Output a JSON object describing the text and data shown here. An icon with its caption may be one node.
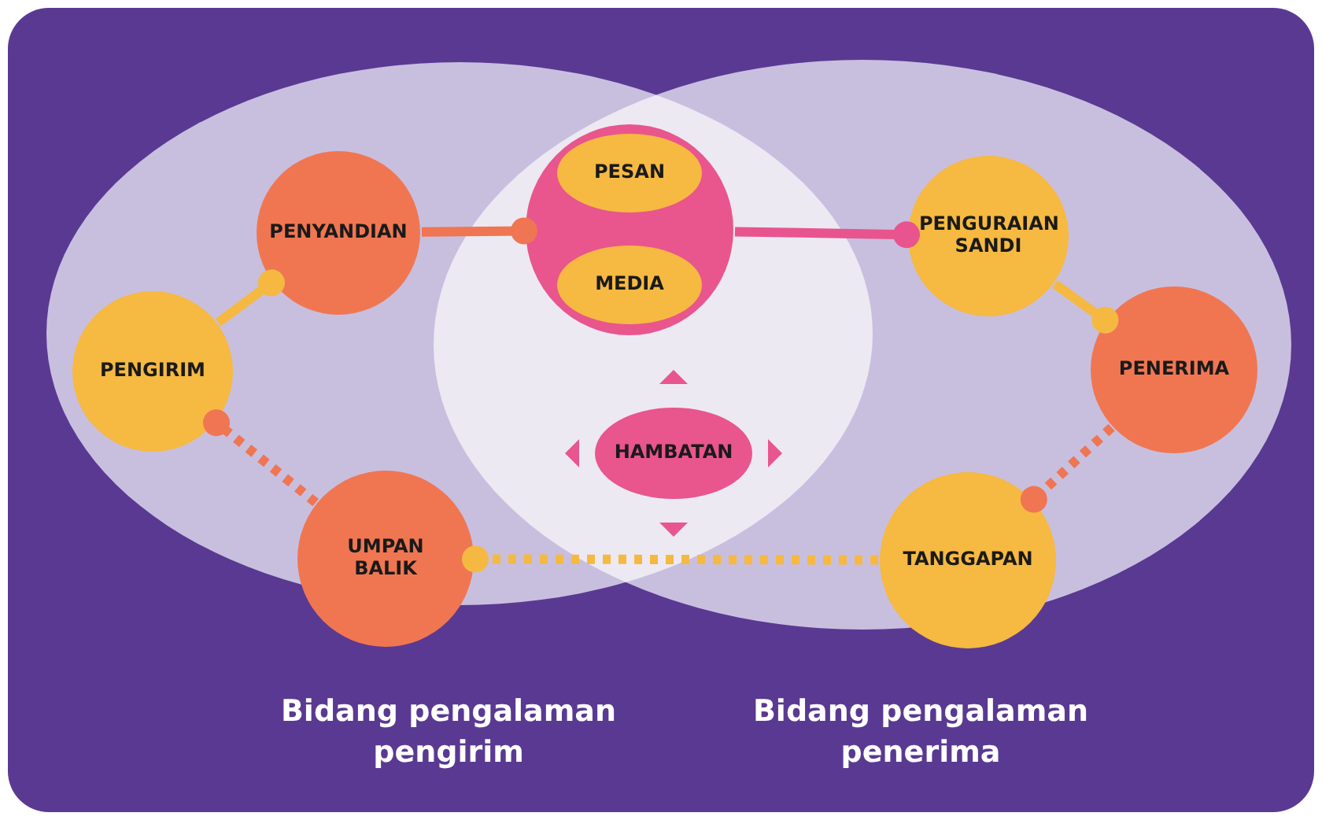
{
  "diagram": {
    "nodes": [
      {
        "text": [
          "Bidang pengalaman pengirim"
        ]
      },
      {
        "text": [
          "Bidang pengalaman penerima"
        ]
      },
      {
        "text": [
          "PENYANDIAN"
        ]
      },
      {
        "text": [],
        "shape": "circle"
      },
      {
        "text": [
          "PESAN"
        ],
        "in": 3
      },
      {
        "text": [
          "MEDIA"
        ],
        "in": 3
      },
      {
        "text": [
          "PENGURAIAN SANDI"
        ]
      },
      {
        "text": [
          "PENGIRIM"
        ]
      },
      {
        "text": [
          "PENERIMA"
        ]
      },
      {
        "text": [
          "HAMBATAN"
        ]
      },
      {
        "text": [
          "UMPAN BALIK"
        ]
      },
      {
        "text": [
          "TANGGAPAN"
        ]
      }
    ],
    "edges": [
      {
        "from": 7,
        "to": 2,
        "arrow": "other",
        "color": "#f5b942"
      },
      {
        "from": 2,
        "to": 3,
        "arrow": "other",
        "color": "#f07552"
      },
      {
        "from": 3,
        "to": 6,
        "arrow": "other",
        "color": "#e8548e"
      },
      {
        "from": 6,
        "to": 8,
        "arrow": "other",
        "color": "#f5b942"
      },
      {
        "from": 8,
        "to": 11,
        "arrow": "other",
        "style": "dashed",
        "color": "#f07552"
      },
      {
        "from": 11,
        "to": 10,
        "arrow": "other",
        "style": "dashed",
        "color": "#f5b942"
      },
      {
        "from": 10,
        "to": 7,
        "arrow": "other",
        "style": "dashed",
        "color": "#f07552"
      }
    ]
  }
}
